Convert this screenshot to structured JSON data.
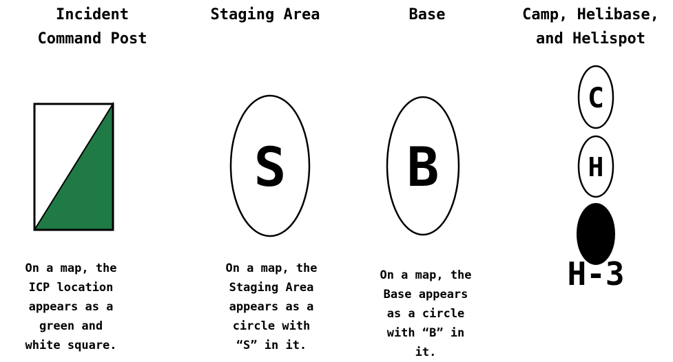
{
  "columns": [
    {
      "title": "Incident\nCommand Post",
      "caption": "On a map, the\nICP location\nappears as a\ngreen and\nwhite square."
    },
    {
      "title": "Staging Area",
      "symbol_letter": "S",
      "caption": "On a map, the\nStaging Area\nappears as a\ncircle with\n“S” in it."
    },
    {
      "title": "Base",
      "symbol_letter": "B",
      "caption": "On a map, the\nBase appears\nas a circle\nwith “B” in\nit."
    },
    {
      "title": "Camp, Helibase,\nand Helispot",
      "camp_letter": "C",
      "helibase_letter": "H",
      "helispot_label": "H-3"
    }
  ],
  "colors": {
    "icp_green": "#1f7a45",
    "outline": "#000000",
    "helispot_fill": "#000000"
  },
  "icons": {
    "icp": "half-green-square-icon",
    "staging": "circle-s-icon",
    "base": "circle-b-icon",
    "camp": "circle-c-icon",
    "helibase": "circle-h-icon",
    "helispot": "filled-oval-icon"
  }
}
